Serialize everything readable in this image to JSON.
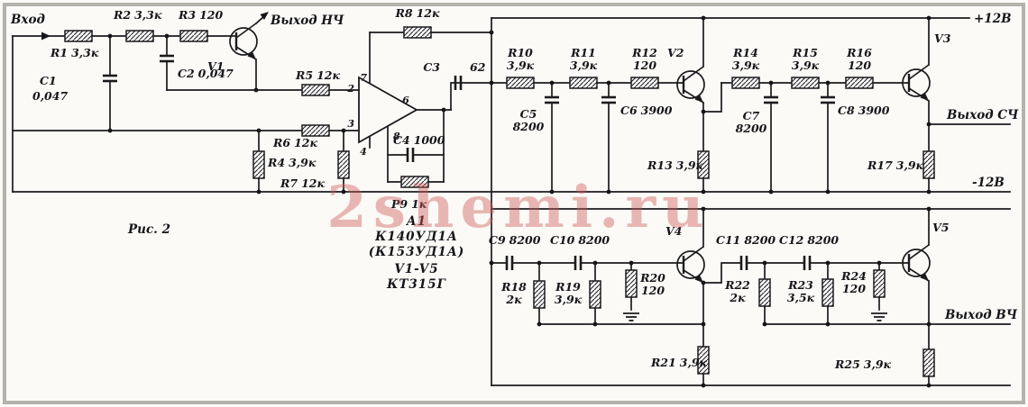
{
  "watermark": "2shemi.ru",
  "caption": "Рис. 2",
  "ports": {
    "input": "Вход",
    "out_lf": "Выход НЧ",
    "out_mf": "Выход СЧ",
    "out_hf": "Выход ВЧ",
    "rail_pos": "+12В",
    "rail_neg": "-12В"
  },
  "ic": {
    "ref": "А1",
    "type1": "К140УД1А",
    "type2": "(К153УД1А)",
    "trans_refs": "V1-V5",
    "trans_type": "КТ315Г"
  },
  "opamp_pins": {
    "p2": "2",
    "p7": "7",
    "p3": "3",
    "p4": "4",
    "p8": "8",
    "p6": "6"
  },
  "t": {
    "v1": "V1",
    "v2": "V2",
    "v3": "V3",
    "v4": "V4",
    "v5": "V5"
  },
  "c": {
    "r1": {
      "ref": "R1",
      "val": "3,3к"
    },
    "r2": {
      "ref": "R2",
      "val": "3,3к"
    },
    "r3": {
      "ref": "R3",
      "val": "120"
    },
    "r4": {
      "ref": "R4",
      "val": "3,9к"
    },
    "r5": {
      "ref": "R5",
      "val": "12к"
    },
    "r6": {
      "ref": "R6",
      "val": "12к"
    },
    "r7": {
      "ref": "R7",
      "val": "12к"
    },
    "r8": {
      "ref": "R8",
      "val": "12к"
    },
    "r9": {
      "ref": "Р9",
      "val": "1к"
    },
    "r10": {
      "ref": "R10",
      "val": "3,9к"
    },
    "r11": {
      "ref": "R11",
      "val": "3,9к"
    },
    "r12": {
      "ref": "R12",
      "val": "120"
    },
    "r13": {
      "ref": "R13",
      "val": "3,9к"
    },
    "r14": {
      "ref": "R14",
      "val": "3,9к"
    },
    "r15": {
      "ref": "R15",
      "val": "3,9к"
    },
    "r16": {
      "ref": "R16",
      "val": "120"
    },
    "r17": {
      "ref": "R17",
      "val": "3,9к"
    },
    "r18": {
      "ref": "R18",
      "val": "2к"
    },
    "r19": {
      "ref": "R19",
      "val": "3,9к"
    },
    "r20": {
      "ref": "R20",
      "val": "120"
    },
    "r21": {
      "ref": "R21",
      "val": "3,9к"
    },
    "r22": {
      "ref": "R22",
      "val": "2к"
    },
    "r23": {
      "ref": "R23",
      "val": "3,5к"
    },
    "r24": {
      "ref": "R24",
      "val": "120"
    },
    "r25": {
      "ref": "R25",
      "val": "3,9к"
    },
    "c1": {
      "ref": "С1",
      "val": "0,047"
    },
    "c2": {
      "ref": "С2",
      "val": "0,047"
    },
    "c3": {
      "ref": "С3",
      "val": "62"
    },
    "c4": {
      "ref": "С4",
      "val": "1000"
    },
    "c5": {
      "ref": "С5",
      "val": "8200"
    },
    "c6": {
      "ref": "С6",
      "val": "3900"
    },
    "c7": {
      "ref": "С7",
      "val": "8200"
    },
    "c8": {
      "ref": "С8",
      "val": "3900"
    },
    "c9": {
      "ref": "С9",
      "val": "8200"
    },
    "c10": {
      "ref": "С10",
      "val": "8200"
    },
    "c11": {
      "ref": "С11",
      "val": "8200"
    },
    "c12": {
      "ref": "С12",
      "val": "8200"
    }
  }
}
